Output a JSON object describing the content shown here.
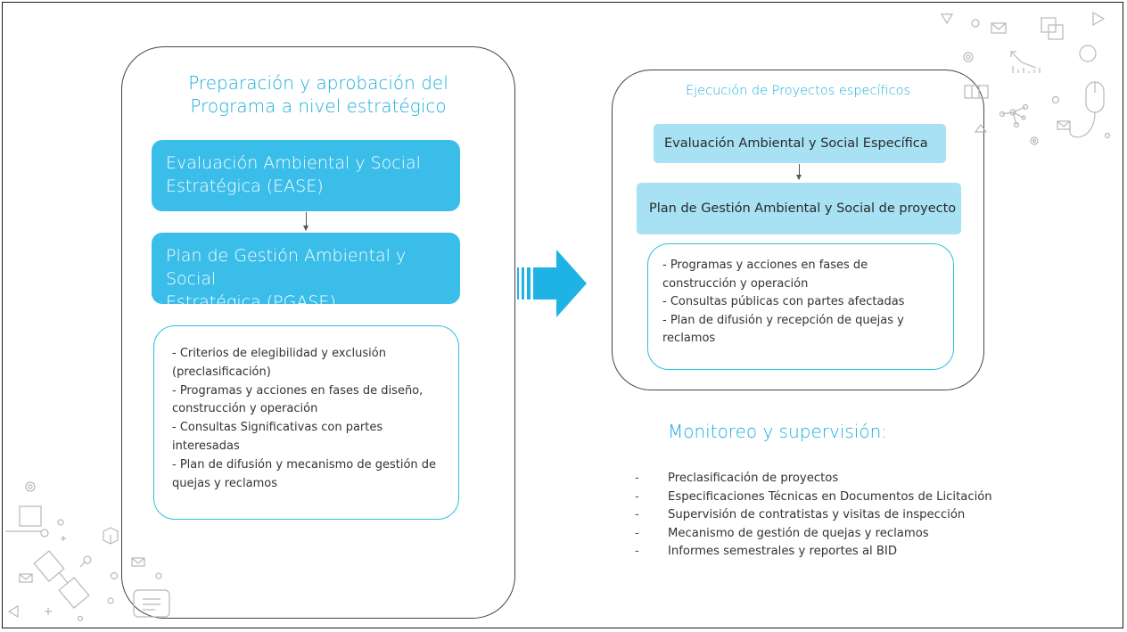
{
  "left_panel": {
    "title_line1": "Preparación y aprobación del",
    "title_line2": "Programa a nivel estratégico",
    "ease_box": {
      "line1": "Evaluación Ambiental y Social",
      "line2": "Estratégica (EASE)"
    },
    "pgase_box": {
      "line1": "Plan de Gestión Ambiental y Social",
      "line2": "Estratégica (PGASE)"
    },
    "list": [
      "- Criterios de elegibilidad y exclusión",
      "(preclasificación)",
      "- Programas y acciones en fases de diseño,",
      "construcción y operación",
      "- Consultas Significativas con partes",
      "interesadas",
      "- Plan de difusión y mecanismo de gestión de",
      "quejas y reclamos"
    ]
  },
  "right_panel": {
    "title": "Ejecución de Proyectos específicos",
    "eas_box": "Evaluación Ambiental y Social Específica",
    "pgas_box": "Plan de Gestión Ambiental y Social de proyecto",
    "list": [
      "- Programas y acciones en fases de",
      "construcción y operación",
      "- Consultas públicas con partes afectadas",
      "- Plan de difusión y recepción de quejas y",
      "reclamos"
    ]
  },
  "monitoring": {
    "title": "Monitoreo y supervisión:",
    "items": [
      "Preclasificación de proyectos",
      "Especificaciones Técnicas en Documentos de Licitación",
      "Supervisión de contratistas y visitas de inspección",
      "Mecanismo de gestión de quejas y reclamos",
      "Informes semestrales y reportes al BID"
    ]
  },
  "colors": {
    "accent": "#1aaedc",
    "box_dark": "#3bbde9",
    "box_light": "#a7e1f3",
    "list_border": "#2cc0e0",
    "arrow": "#1fb3e5"
  },
  "decorations": {
    "top_right": [
      "triangle-icon",
      "circle-icon",
      "envelope-icon",
      "gear-icon",
      "chart-icon",
      "squares-icon",
      "play-icon",
      "battery-icon",
      "network-icon",
      "mouse-icon"
    ],
    "bottom_left": [
      "gear-icon",
      "monitor-icon",
      "cube-icon",
      "satellite-icon",
      "envelope-icon",
      "touch-screen-icon",
      "triangle-icon"
    ]
  }
}
